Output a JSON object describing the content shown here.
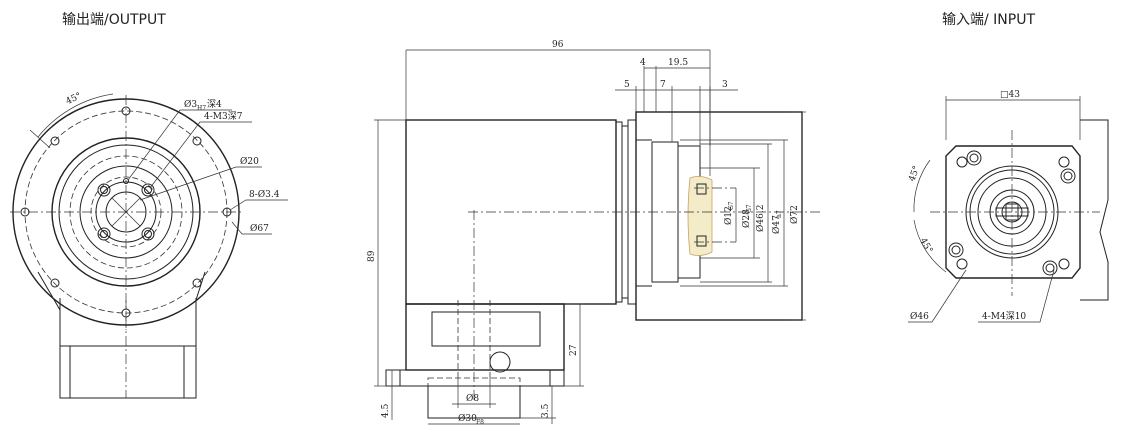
{
  "headings": {
    "output": "输出端/OUTPUT",
    "input": "输入端/ INPUT"
  },
  "output_view": {
    "angle": "45°",
    "hole1": "Ø3",
    "hole1_tol": "H7",
    "hole1_depth": "深4",
    "thread": "4-M3深7",
    "d20": "Ø20",
    "holes": "8-Ø3.4",
    "d67": "Ø67"
  },
  "side_view": {
    "len96": "96",
    "d4": "4",
    "d19_5": "19.5",
    "d5": "5",
    "d7": "7",
    "d3": "3",
    "h89": "89",
    "h27": "27",
    "h4_5": "4.5",
    "h3_5": "3.5",
    "d8": "Ø8",
    "d30": "Ø30",
    "d30_tol": "F8",
    "d12": "Ø12",
    "d12_tol": "G7",
    "d28": "Ø28",
    "d28_tol": "G7",
    "d46_2": "Ø46.2",
    "d47": "Ø47",
    "d47_tol": "h7",
    "d72": "Ø72"
  },
  "input_view": {
    "square": "□43",
    "angle1": "45°",
    "angle2": "45°",
    "d46": "Ø46",
    "thread": "4-M4深10"
  }
}
